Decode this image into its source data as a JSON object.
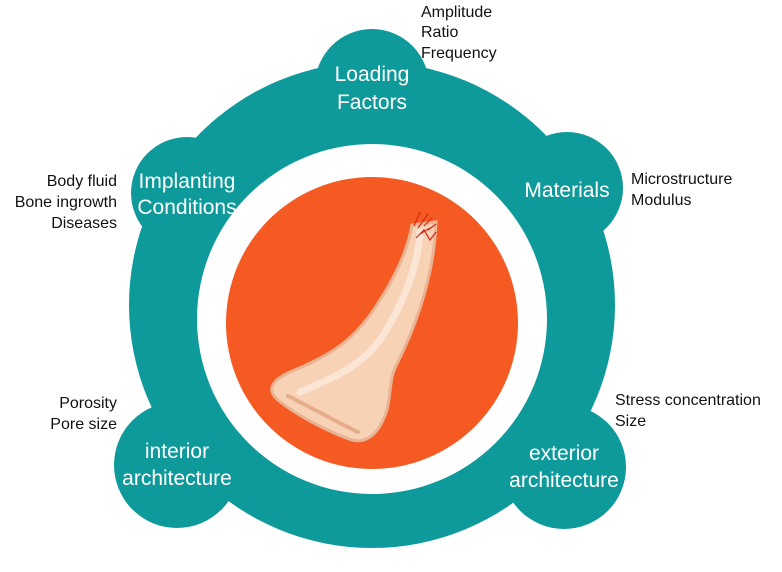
{
  "nodes": {
    "loading": {
      "line1": "Loading",
      "line2": "Factors"
    },
    "materials": {
      "line1": "Materials"
    },
    "exterior": {
      "line1": "exterior",
      "line2": "architecture"
    },
    "interior": {
      "line1": "interior",
      "line2": "architecture"
    },
    "implanting": {
      "line1": "Implanting",
      "line2": "Conditions"
    }
  },
  "factors": {
    "loading": [
      "Amplitude",
      "Ratio",
      "Frequency"
    ],
    "materials": [
      "Microstructure",
      "Modulus"
    ],
    "exterior": [
      "Stress concentration",
      "Size"
    ],
    "interior": [
      "Porosity",
      "Pore size"
    ],
    "implanting": [
      "Body fluid",
      "Bone ingrowth",
      "Diseases"
    ]
  },
  "colors": {
    "teal": "#0e9a9a",
    "orange": "#f45a22",
    "bone": "#f7d2b5",
    "bone_shadow": "#e9b394"
  }
}
